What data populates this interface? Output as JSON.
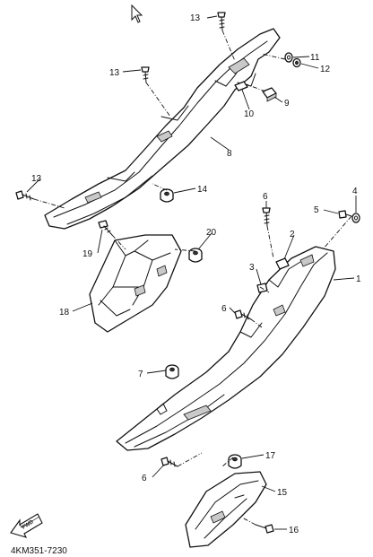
{
  "callouts": [
    {
      "id": "c1",
      "label": "1"
    },
    {
      "id": "c2",
      "label": "2"
    },
    {
      "id": "c3",
      "label": "3"
    },
    {
      "id": "c4",
      "label": "4"
    },
    {
      "id": "c5",
      "label": "5"
    },
    {
      "id": "c6a",
      "label": "6"
    },
    {
      "id": "c6b",
      "label": "6"
    },
    {
      "id": "c6c",
      "label": "6"
    },
    {
      "id": "c7",
      "label": "7"
    },
    {
      "id": "c8",
      "label": "8"
    },
    {
      "id": "c9",
      "label": "9"
    },
    {
      "id": "c10",
      "label": "10"
    },
    {
      "id": "c11",
      "label": "11"
    },
    {
      "id": "c12",
      "label": "12"
    },
    {
      "id": "c13a",
      "label": "13"
    },
    {
      "id": "c13b",
      "label": "13"
    },
    {
      "id": "c13c",
      "label": "13"
    },
    {
      "id": "c14",
      "label": "14"
    },
    {
      "id": "c15",
      "label": "15"
    },
    {
      "id": "c16",
      "label": "16"
    },
    {
      "id": "c17",
      "label": "17"
    },
    {
      "id": "c18",
      "label": "18"
    },
    {
      "id": "c19",
      "label": "19"
    },
    {
      "id": "c20",
      "label": "20"
    }
  ],
  "diagram_code": "4KM351-7230",
  "fwd_label": "FWD",
  "icons": {
    "cursor": "mouse-pointer-icon",
    "forward": "forward-arrow-icon"
  },
  "colors": {
    "line": "#111111",
    "background": "#ffffff"
  }
}
